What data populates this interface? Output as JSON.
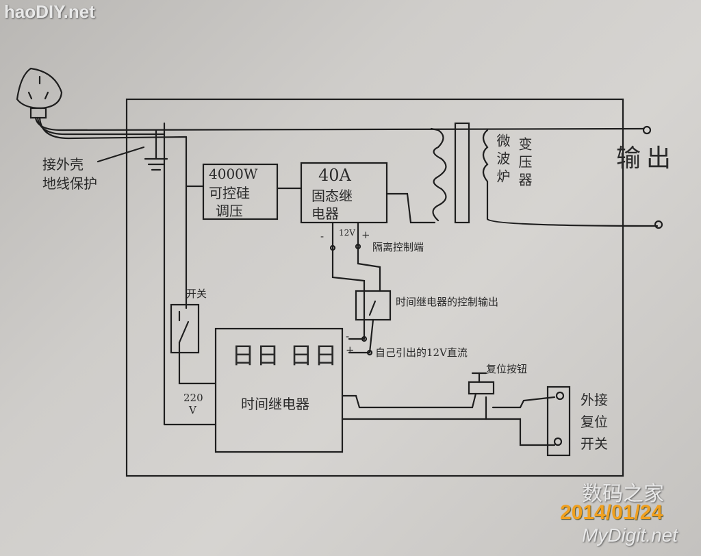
{
  "watermark": {
    "site_top": "haoDIY.net",
    "site_bottom_cn": "数码之家",
    "site_bottom_en": "MyDigit.net"
  },
  "date_stamp": "2014/01/24",
  "labels": {
    "ground_note_line1": "接外壳",
    "ground_note_line2": "地线保护",
    "regulator_line1": "4000W",
    "regulator_line2": "可控硅",
    "regulator_line3": "调压",
    "ssr_line1": "40A",
    "ssr_line2": "固态继",
    "ssr_line3": "电器",
    "ssr_minus": "-",
    "ssr_voltage": "12V",
    "ssr_plus": "+",
    "isolation_control": "隔离控制端",
    "transformer_col1": "微波炉",
    "transformer_col2": "变压器",
    "output": "输出",
    "switch": "开关",
    "timer_control_output": "时间继电器的控制输出",
    "timer_dc_minus": "-",
    "timer_dc_plus": "+",
    "dc_12v": "自己引出的12V直流",
    "timer_display": "日日 日日",
    "timer_relay": "时间继电器",
    "mains_220": "220",
    "mains_v": "V",
    "reset_button": "复位按钮",
    "external_reset_line1": "外接",
    "external_reset_line2": "复位",
    "external_reset_line3": "开关"
  },
  "colors": {
    "ink": "#1e1e1e",
    "paper": "#cfcdca",
    "date": "#f0a020"
  }
}
